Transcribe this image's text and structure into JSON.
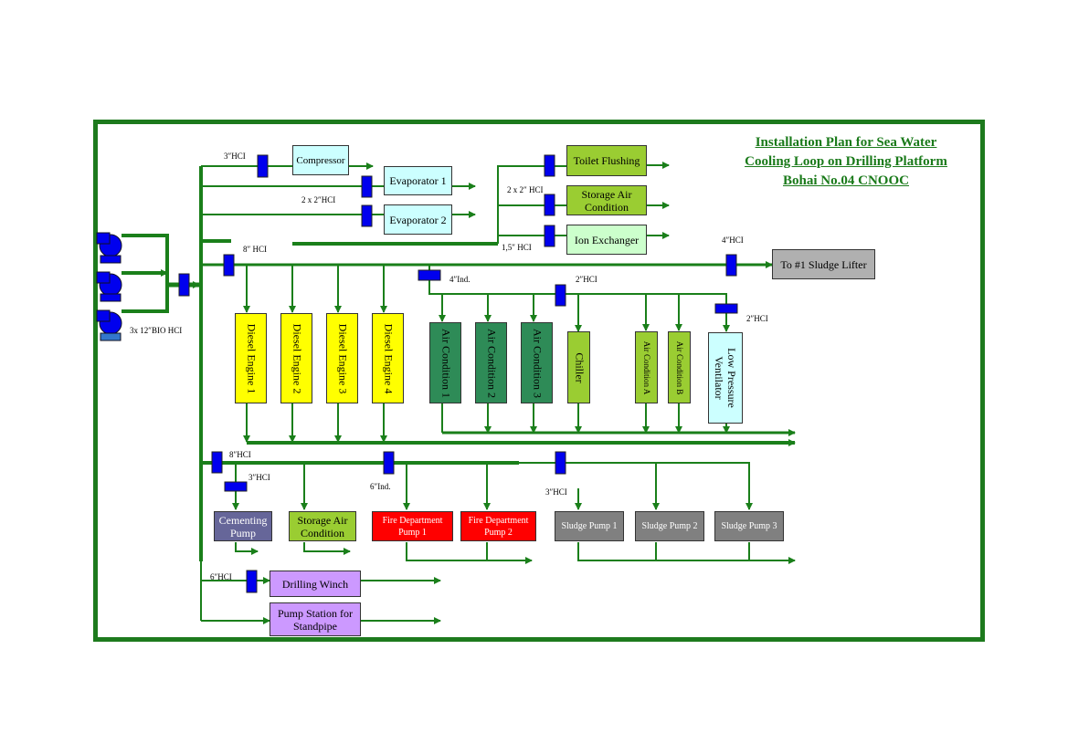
{
  "title_lines": [
    "Installation Plan for Sea Water",
    "Cooling Loop on Drilling Platform",
    "Bohai No.04 CNOOC"
  ],
  "colors": {
    "pipe": "#1a7f1a",
    "frame": "#1d7a1d",
    "valve": "#0000ee",
    "yellow": "#ffff00",
    "darkgreen": "#2e8b57",
    "lime": "#9acd32",
    "cyan": "#ccffff",
    "lightgreen": "#ccffcc",
    "gray": "#808080",
    "red": "#ff0000",
    "purple": "#cc99ff",
    "slate": "#666699"
  },
  "boxes": {
    "compressor": "Compressor",
    "evaporator1": "Evaporator 1",
    "evaporator2": "Evaporator 2",
    "toilet": "Toilet Flushing",
    "storage_air_top": "Storage Air Condition",
    "ion": "Ion Exchanger",
    "sludge_lifter": "To #1 Sludge Lifter",
    "diesel1": "Diesel Engine 1",
    "diesel2": "Diesel Engine 2",
    "diesel3": "Diesel Engine 3",
    "diesel4": "Diesel Engine 4",
    "ac1": "Air Condition 1",
    "ac2": "Air Condition 2",
    "ac3": "Air Condition 3",
    "chiller": "Chiller",
    "aca": "Air Condition A",
    "acb": "Air Condition B",
    "lpv": "Low Pressure Ventilator",
    "cementing": "Cementing Pump",
    "storage_air_bottom": "Storage Air Condition",
    "fire1": "Fire Department Pump 1",
    "fire2": "Fire Department Pump 2",
    "sludge1": "Sludge Pump 1",
    "sludge2": "Sludge Pump 2",
    "sludge3": "Sludge Pump 3",
    "winch": "Drilling Winch",
    "standpipe": "Pump Station for Standpipe"
  },
  "labels": {
    "hci3_top": "3″HCI",
    "hci2x2_left": "2 x 2″HCI",
    "hci2x2_right": "2 x 2″ HCI",
    "hci15": "1,5″ HCI",
    "hci4_right": "4″HCI",
    "hci8_top": "8″ HCI",
    "ind4": "4″Ind.",
    "hci2_mid": "2″HCI",
    "hci2_right": "2″HCI",
    "pumps": "3x 12″BIO HCI",
    "hci8_bottom": "8″HCI",
    "hci3_cementing": "3″HCI",
    "ind6": "6″Ind.",
    "hci3_sludge": "3″HCI",
    "hci6_winch": "6″HCI"
  }
}
